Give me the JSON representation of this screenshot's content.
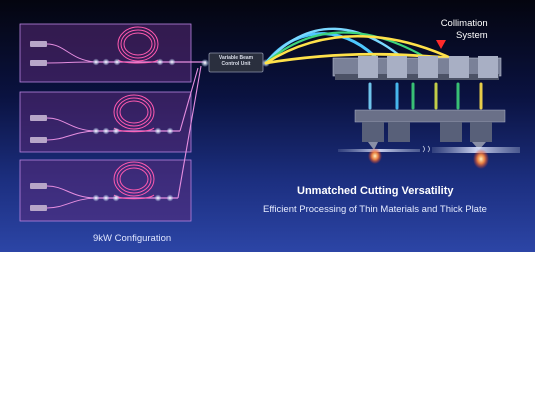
{
  "banner": {
    "unit_label_line1": "Variable Beam",
    "unit_label_line2": "Control Unit",
    "headline": "Unmatched Cutting Versatility",
    "subline": "Efficient Processing of Thin Materials and Thick Plate",
    "configuration": "9kW Configuration",
    "collimation_line1": "Collimation",
    "collimation_line2": "System",
    "colors": {
      "background_top": "#04050f",
      "background_bottom": "#2c45a6",
      "module_fill": "#5a2a78",
      "fiber": "#e58ee0",
      "coil": "#ff5ab0",
      "beam_yellow": "#ffe14a",
      "beam_cyan": "#4ec8ff",
      "beam_green": "#3ed37b",
      "arrow": "#ff2a2a",
      "spark": "#ff8a3d"
    }
  }
}
